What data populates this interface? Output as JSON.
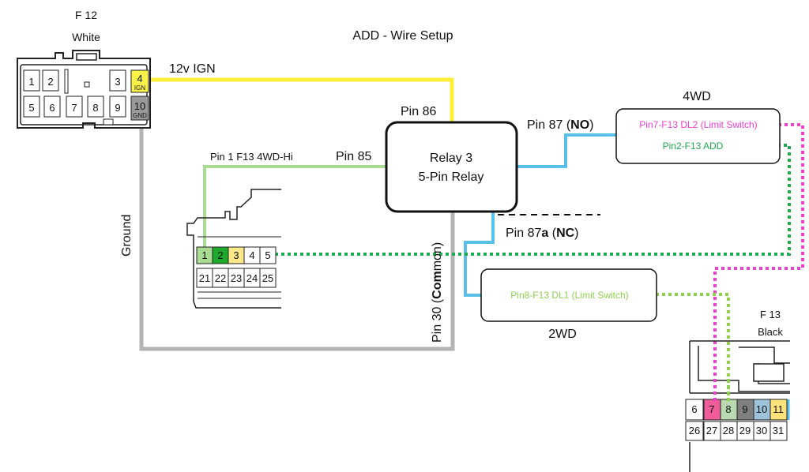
{
  "title": "ADD - Wire Setup",
  "colors": {
    "ign_wire": "#ffef3a",
    "ground_wire": "#b3b3b3",
    "hi_wire": "#a9dc93",
    "relay_wire": "#5bc0e9",
    "add_wire": "#1faa52",
    "dl2_wire": "#ef3fd0",
    "dl1_wire": "#8fd14f",
    "pin_yellow": "#fbf24a",
    "pin_gray": "#9a9a9a",
    "pin_lightgreen": "#a9dc93",
    "pin_darkgreen": "#1faa2e",
    "pin_paleyellow": "#fde88a",
    "pin_pink": "#f05c9a",
    "pin_sage": "#b9d9b0",
    "pin_darkgray": "#7f7f7f",
    "pin_blue": "#9cc3da",
    "pin_gold": "#fde27a"
  },
  "f12": {
    "name": "F 12",
    "color": "White",
    "pins_top": [
      "1",
      "2",
      "3",
      "4"
    ],
    "pins_bottom": [
      "5",
      "6",
      "7",
      "8",
      "9",
      "10"
    ],
    "pin4_sub": "IGN",
    "pin10_sub": "GND"
  },
  "f13_left": {
    "pins_top": [
      "1",
      "2",
      "3",
      "4",
      "5"
    ],
    "pins_bottom": [
      "21",
      "22",
      "23",
      "24",
      "25"
    ]
  },
  "f13_right": {
    "name": "F 13",
    "color": "Black",
    "pins_top": [
      "6",
      "7",
      "8",
      "9",
      "10",
      "11"
    ],
    "pins_bottom": [
      "26",
      "27",
      "28",
      "29",
      "30",
      "31"
    ]
  },
  "relay": {
    "line1": "Relay 3",
    "line2": "5-Pin Relay"
  },
  "labels": {
    "ign": "12v IGN",
    "ground": "Ground",
    "pin86": "Pin 86",
    "pin85": "Pin 85",
    "pin1_f13": "Pin 1 F13 4WD-Hi",
    "pin87_prefix": "Pin 87 (",
    "pin87_bold": "NO",
    "pin87_suffix": ")",
    "pin87a_prefix": "Pin 87",
    "pin87a_a": "a",
    "pin87a_open": " (",
    "pin87a_bold": "NC",
    "pin87a_suffix": ")",
    "pin30_prefix": "Pin 30 (",
    "pin30_bold": "Com",
    "pin30_suffix": "mon)",
    "fourwd": "4WD",
    "twowd": "2WD"
  },
  "box_4wd": {
    "line1": "Pin7-F13 DL2 (Limit Switch)",
    "line2": "Pin2-F13 ADD"
  },
  "box_2wd": {
    "line1": "Pin8-F13 DL1 (Limit Switch)"
  }
}
